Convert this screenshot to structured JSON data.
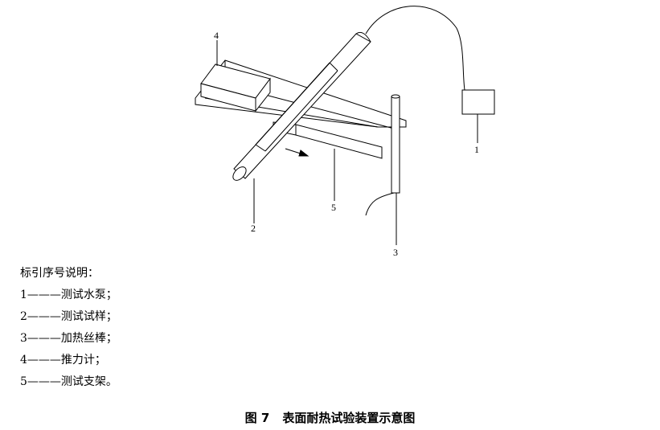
{
  "diagram": {
    "labels": [
      "1",
      "2",
      "3",
      "4",
      "5"
    ]
  },
  "legend": {
    "title": "标引序号说明：",
    "items": [
      {
        "num": "1",
        "sep": "———",
        "text": "测试水泵；"
      },
      {
        "num": "2",
        "sep": "———",
        "text": "测试试样；"
      },
      {
        "num": "3",
        "sep": "———",
        "text": "加热丝棒；"
      },
      {
        "num": "4",
        "sep": "———",
        "text": "推力计；"
      },
      {
        "num": "5",
        "sep": "———",
        "text": "测试支架。"
      }
    ]
  },
  "caption": {
    "figure": "图 7",
    "title": "表面耐热试验装置示意图"
  }
}
